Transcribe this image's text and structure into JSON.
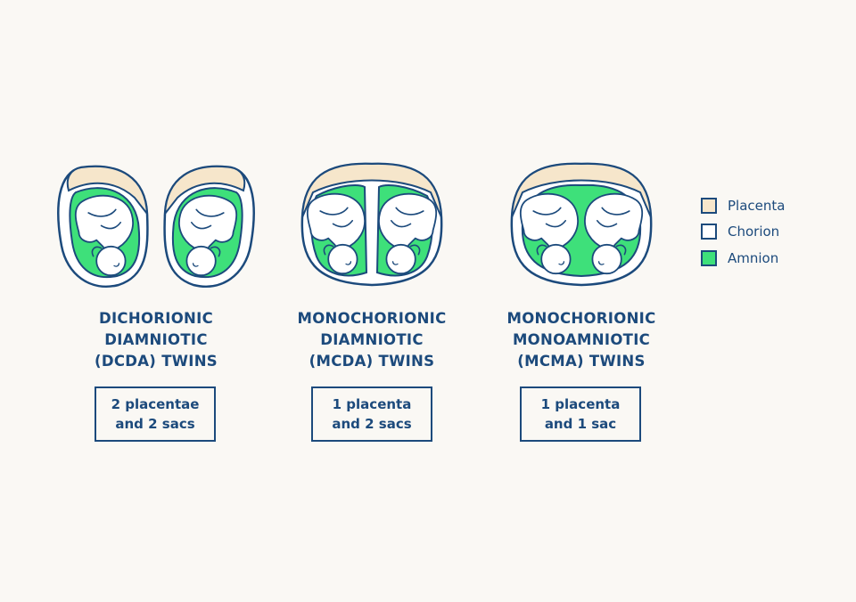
{
  "colors": {
    "placenta": "#f6e6cb",
    "chorion": "#ffffff",
    "amnion": "#3ee07a",
    "outline": "#1c4a7c",
    "background": "#faf8f4"
  },
  "panels": [
    {
      "title_lines": [
        "DICHORIONIC",
        "DIAMNIOTIC",
        "(DCDA) TWINS"
      ],
      "desc_lines": [
        "2 placentae",
        "and 2 sacs"
      ]
    },
    {
      "title_lines": [
        "MONOCHORIONIC",
        "DIAMNIOTIC",
        "(MCDA) TWINS"
      ],
      "desc_lines": [
        "1 placenta",
        "and 2 sacs"
      ]
    },
    {
      "title_lines": [
        "MONOCHORIONIC",
        "MONOAMNIOTIC",
        "(MCMA) TWINS"
      ],
      "desc_lines": [
        "1 placenta",
        "and 1 sac"
      ]
    }
  ],
  "legend": [
    {
      "label": "Placenta",
      "icon": "placenta-swatch"
    },
    {
      "label": "Chorion",
      "icon": "chorion-swatch"
    },
    {
      "label": "Amnion",
      "icon": "amnion-swatch"
    }
  ]
}
